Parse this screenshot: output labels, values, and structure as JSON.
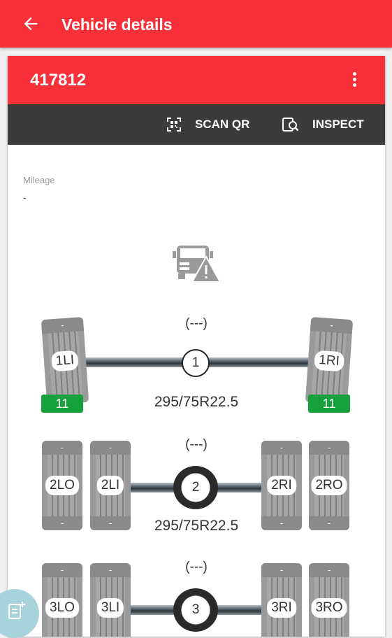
{
  "appbar": {
    "title": "Vehicle details",
    "back_icon": "arrow-left-icon"
  },
  "vehicle": {
    "id": "417812",
    "menu_icon": "more-vertical-icon"
  },
  "toolbar": {
    "scan_label": "SCAN QR",
    "scan_icon": "qr-scan-icon",
    "inspect_label": "INSPECT",
    "inspect_icon": "inspect-icon"
  },
  "mileage": {
    "label": "Mileage",
    "value": "-"
  },
  "status_icon": "truck-warning-icon",
  "axles": [
    {
      "number": "1",
      "pressure": "(---)",
      "tire_size": "295/75R22.5",
      "tires": [
        {
          "position": "1LI",
          "top": "-",
          "tread": "11"
        },
        {
          "position": "1RI",
          "top": "-",
          "tread": "11"
        }
      ]
    },
    {
      "number": "2",
      "pressure": "(---)",
      "tire_size": "295/75R22.5",
      "tires": [
        {
          "position": "2LO",
          "top": "-",
          "bottom": "-"
        },
        {
          "position": "2LI",
          "top": "-",
          "bottom": "-"
        },
        {
          "position": "2RI",
          "top": "-",
          "bottom": "-"
        },
        {
          "position": "2RO",
          "top": "-",
          "bottom": "-"
        }
      ]
    },
    {
      "number": "3",
      "pressure": "(---)",
      "tires": [
        {
          "position": "3LO",
          "top": "-"
        },
        {
          "position": "3LI",
          "top": "-"
        },
        {
          "position": "3RI",
          "top": "-"
        },
        {
          "position": "3RO",
          "top": "-"
        }
      ]
    }
  ],
  "colors": {
    "primary": "#f7303a",
    "toolbar": "#3b3b3b",
    "good_tread": "#17a13c",
    "fab": "#a7d3dc"
  },
  "fab_icon": "add-document-icon"
}
